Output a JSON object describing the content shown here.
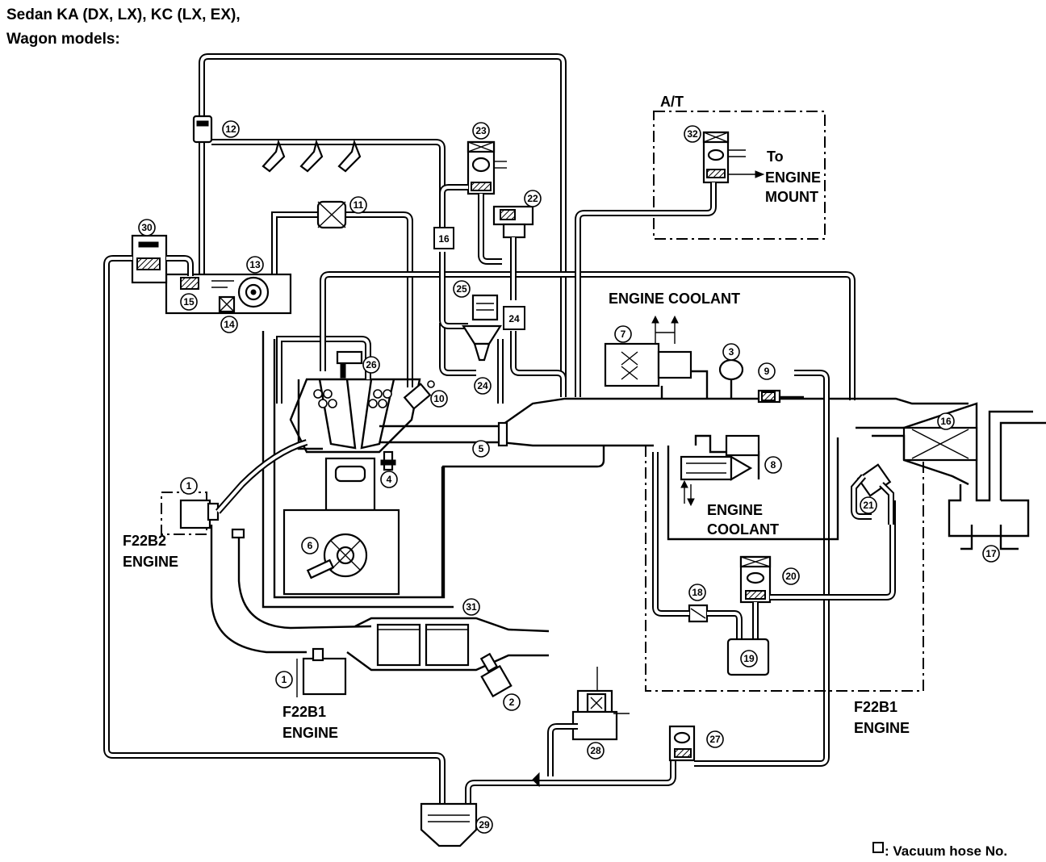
{
  "title": {
    "line1": "Sedan KA (DX, LX), KC (LX, EX),",
    "line2": "Wagon models:"
  },
  "labels": {
    "at": "A/T",
    "to": "To",
    "engine_mount_1": "ENGINE",
    "engine_mount_2": "MOUNT",
    "engine_coolant_top": "ENGINE COOLANT",
    "engine_coolant_mid_1": "ENGINE",
    "engine_coolant_mid_2": "COOLANT",
    "f22b2_1": "F22B2",
    "f22b2_2": "ENGINE",
    "f22b1_left_1": "F22B1",
    "f22b1_left_2": "ENGINE",
    "f22b1_right_1": "F22B1",
    "f22b1_right_2": "ENGINE"
  },
  "callouts": {
    "c1a": "1",
    "c1b": "1",
    "c2": "2",
    "c3": "3",
    "c4": "4",
    "c5": "5",
    "c6": "6",
    "c7": "7",
    "c8": "8",
    "c9": "9",
    "c10": "10",
    "c11": "11",
    "c12": "12",
    "c13": "13",
    "c14": "14",
    "c15": "15",
    "c16": "16",
    "c17": "17",
    "c18": "18",
    "c19": "19",
    "c20": "20",
    "c21": "21",
    "c22": "22",
    "c23": "23",
    "c24": "24",
    "c25": "25",
    "c26": "26",
    "c27": "27",
    "c28": "28",
    "c29": "29",
    "c30": "30",
    "c31": "31",
    "c32": "32"
  },
  "hose_numbers": {
    "h16": "16",
    "h24": "24"
  },
  "legend": {
    "text": ": Vacuum hose No."
  }
}
